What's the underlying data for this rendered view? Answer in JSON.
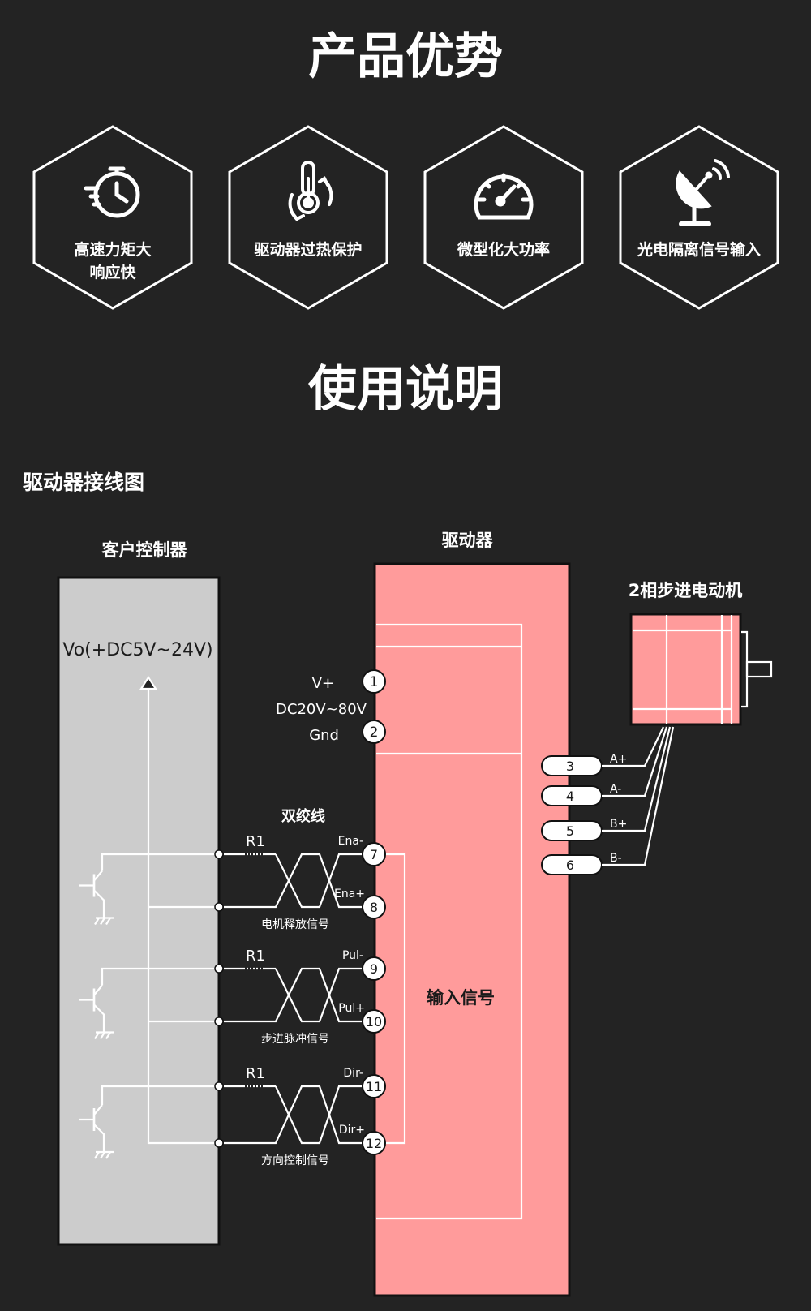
{
  "titles": {
    "advantages": "产品优势",
    "usage": "使用说明",
    "wiring": "驱动器接线图"
  },
  "features": [
    {
      "icon": "stopwatch-icon",
      "lines": [
        "高速力矩大",
        "响应快"
      ]
    },
    {
      "icon": "thermometer-icon",
      "lines": [
        "驱动器过热保护"
      ]
    },
    {
      "icon": "speedometer-icon",
      "lines": [
        "微型化大功率"
      ]
    },
    {
      "icon": "satellite-dish-icon",
      "lines": [
        "光电隔离信号输入"
      ]
    }
  ],
  "controller": {
    "title": "客户控制器",
    "supply": "Vo(+DC5V~24V)"
  },
  "driver": {
    "title": "驱动器",
    "power_pins": {
      "vplus": "V+",
      "range": "DC20V~80V",
      "gnd": "Gnd",
      "pin1": "1",
      "pin2": "2"
    },
    "input_label": "输入信号"
  },
  "motor": {
    "title": "2相步进电动机",
    "pins": [
      {
        "num": "3",
        "label": "A+"
      },
      {
        "num": "4",
        "label": "A-"
      },
      {
        "num": "5",
        "label": "B+"
      },
      {
        "num": "6",
        "label": "B-"
      }
    ]
  },
  "twisted_pair_label": "双绞线",
  "signals": [
    {
      "resistor": "R1",
      "neg_label": "Ena-",
      "neg_pin": "7",
      "pos_label": "Ena+",
      "pos_pin": "8",
      "caption": "电机释放信号"
    },
    {
      "resistor": "R1",
      "neg_label": "Pul-",
      "neg_pin": "9",
      "pos_label": "Pul+",
      "pos_pin": "10",
      "caption": "步进脉冲信号"
    },
    {
      "resistor": "R1",
      "neg_label": "Dir-",
      "neg_pin": "11",
      "pos_label": "Dir+",
      "pos_pin": "12",
      "caption": "方向控制信号"
    }
  ],
  "colors": {
    "background": "#232323",
    "controller_box": "#cccccc",
    "driver_box": "#ff9b9b",
    "motor_box": "#ff9b9b",
    "line": "#ffffff"
  }
}
